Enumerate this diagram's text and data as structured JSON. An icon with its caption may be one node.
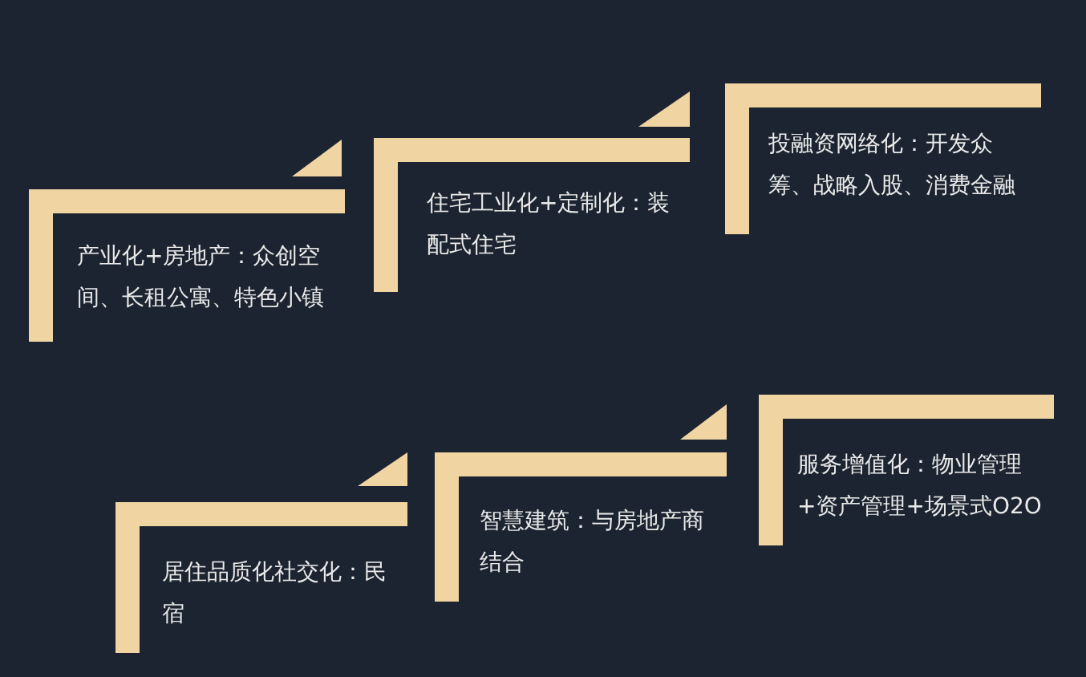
{
  "diagram": {
    "nodes": [
      {
        "text": [
          "产业化+房地产：众创空间、长租公寓、特色小镇"
        ]
      },
      {
        "text": [
          "住宅工业化+定制化：装配式住宅"
        ]
      },
      {
        "text": [
          "投融资网络化：开发众筹、战略入股、消费金融"
        ]
      },
      {
        "text": [
          "居住品质化社交化：民宿"
        ]
      },
      {
        "text": [
          "智慧建筑：与房地产商结合"
        ]
      },
      {
        "text": [
          "服务增值化：物业管理+资产管理+场景式O2O"
        ]
      }
    ]
  }
}
